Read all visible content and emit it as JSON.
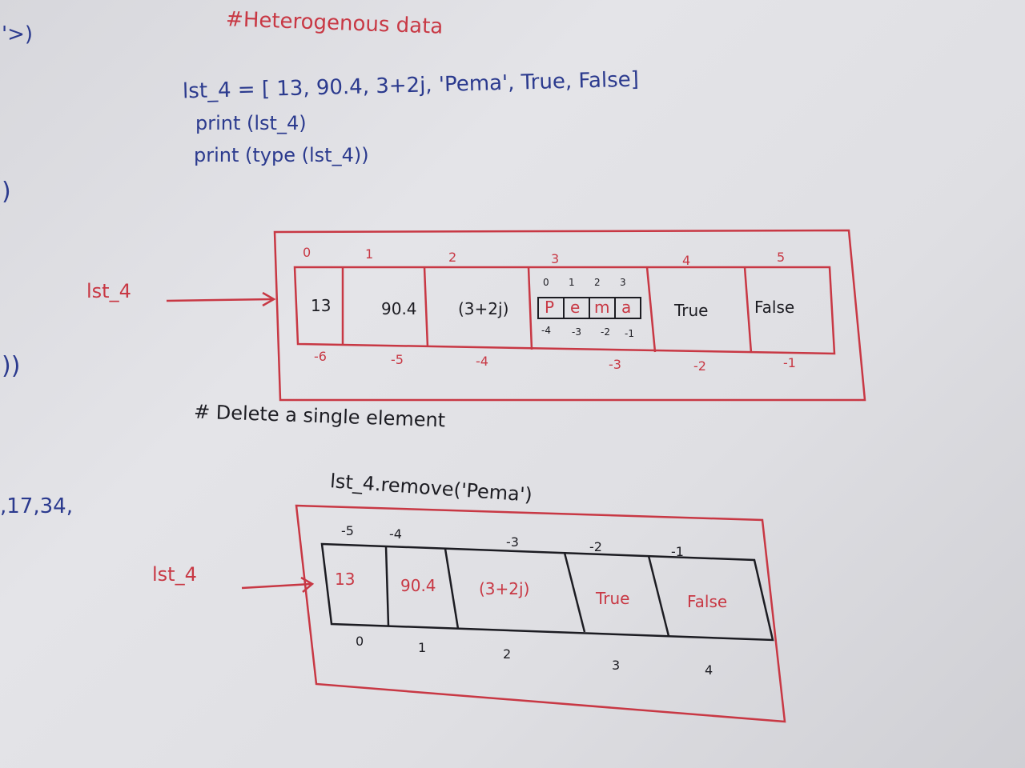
{
  "edge_marks": {
    "top": "'>)",
    "mid1": ")",
    "mid2": "))",
    "left_list": ",17,34,"
  },
  "heading": "#Heterogenous data",
  "code_lines": [
    "lst_4 = [ 13, 90.4, 3+2j, 'Pema', True, False]",
    "print (lst_4)",
    "print (type (lst_4))"
  ],
  "diagram1": {
    "var_label": "lst_4",
    "positive_indices": [
      "0",
      "1",
      "2",
      "3",
      "4",
      "5"
    ],
    "values": [
      "13",
      "90.4",
      "(3+2j)",
      "",
      "True",
      "False"
    ],
    "negative_indices": [
      "-6",
      "-5",
      "-4",
      "-3",
      "-2",
      "-1"
    ],
    "string_chars": [
      "P",
      "e",
      "m",
      "a"
    ],
    "string_pos_indices": [
      "0",
      "1",
      "2",
      "3"
    ],
    "string_neg_indices": [
      "-4",
      "-3",
      "-2",
      "-1"
    ]
  },
  "comment": "# Delete a single element",
  "remove_code": "lst_4.remove('Pema')",
  "diagram2": {
    "var_label": "lst_4",
    "negative_indices": [
      "-5",
      "-4",
      "-3",
      "-2",
      "-1"
    ],
    "values": [
      "13",
      "90.4",
      "(3+2j)",
      "True",
      "False"
    ],
    "positive_indices": [
      "0",
      "1",
      "2",
      "3",
      "4"
    ]
  },
  "colors": {
    "marker_blue": "#2b3a8e",
    "marker_black": "#1c1c22",
    "marker_red": "#c83844",
    "board": "#e0e0e4"
  }
}
